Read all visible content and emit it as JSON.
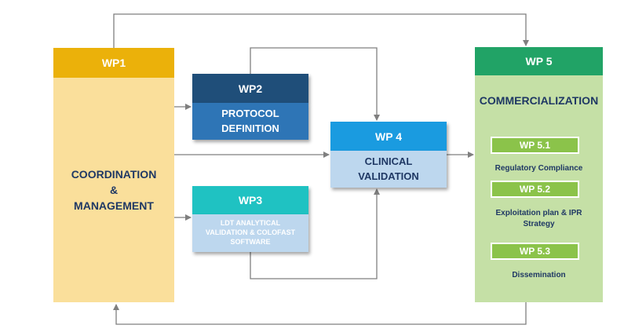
{
  "wp1": {
    "label": "WP1",
    "text_line1": "COORDINATION",
    "text_line2": "&",
    "text_line3": "MANAGEMENT"
  },
  "wp2": {
    "label": "WP2",
    "text_line1": "PROTOCOL",
    "text_line2": "DEFINITION"
  },
  "wp3": {
    "label": "WP3",
    "text_line1": "LDT ANALYTICAL",
    "text_line2": "VALIDATION & COLOFAST",
    "text_line3": "SOFTWARE"
  },
  "wp4": {
    "label": "WP 4",
    "text_line1": "CLINICAL",
    "text_line2": "VALIDATION"
  },
  "wp5": {
    "label": "WP 5",
    "title": "COMMERCIALIZATION",
    "subs": [
      {
        "label": "WP 5.1",
        "desc_line1": "Regulatory Compliance",
        "desc_line2": ""
      },
      {
        "label": "WP 5.2",
        "desc_line1": "Exploitation plan & IPR",
        "desc_line2": "Strategy"
      },
      {
        "label": "WP 5.3",
        "desc_line1": "Dissemination",
        "desc_line2": ""
      }
    ]
  },
  "colors": {
    "wp1_head": "#EBB10A",
    "wp1_body": "#FADF9B",
    "wp2_head": "#1F4E79",
    "wp2_body": "#2E75B6",
    "wp3_head": "#1FC2C2",
    "wp3_body": "#BDD7EE",
    "wp4_head": "#1A9BE0",
    "wp4_body": "#BDD7EE",
    "wp5_head": "#21A366",
    "wp5_body": "#C5E0A6",
    "arrow": "#7F7F7F"
  }
}
